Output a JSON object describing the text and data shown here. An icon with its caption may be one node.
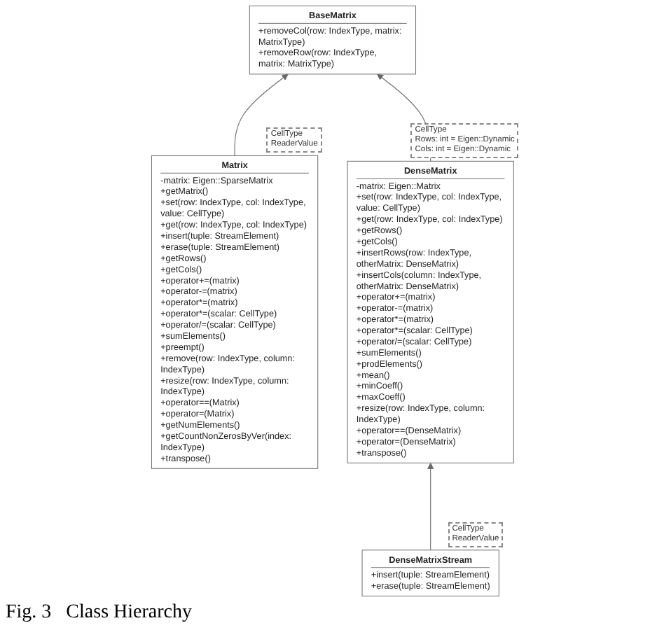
{
  "diagram": {
    "caption": "Fig. 3   Class Hierarchy",
    "nodes": [
      {
        "text": [
          "BaseMatrix",
          "+removeCol(row: IndexType, matrix: MatrixType)",
          "+removeRow(row: IndexType, matrix: MatrixType)"
        ]
      },
      {
        "text": [
          "Matrix",
          "-matrix: Eigen::SparseMatrix",
          "+getMatrix()",
          "+set(row: IndexType, col: IndexType, value: CellType)",
          "+get(row: IndexType, col: IndexType)",
          "+insert(tuple: StreamElement)",
          "+erase(tuple: StreamElement)",
          "+getRows()",
          "+getCols()",
          "+operator+=(matrix)",
          "+operator-=(matrix)",
          "+operator*=(matrix)",
          "+operator*=(scalar: CellType)",
          "+operator/=(scalar: CellType)",
          "+sumElements()",
          "+preempt()",
          "+remove(row: IndexType, column: IndexType)",
          "+resize(row: IndexType, column: IndexType)",
          "+operator==(Matrix)",
          "+operator=(Matrix)",
          "+getNumElements()",
          "+getCountNonZerosByVer(index: IndexType)",
          "+transpose()"
        ],
        "beside": [
          "CellType",
          "ReaderValue"
        ]
      },
      {
        "text": [
          "DenseMatrix",
          "-matrix: Eigen::Matrix",
          "+set(row: IndexType, col: IndexType, value: CellType)",
          "+get(row: IndexType, col: IndexType)",
          "+getRows()",
          "+getCols()",
          "+insertRows(row: IndexType, otherMatrix: DenseMatrix)",
          "+insertCols(column: IndexType, otherMatrix: DenseMatrix)",
          "+operator+=(matrix)",
          "+operator-=(matrix)",
          "+operator*=(matrix)",
          "+operator*=(scalar: CellType)",
          "+operator/=(scalar: CellType)",
          "+sumElements()",
          "+prodElements()",
          "+mean()",
          "+minCoeff()",
          "+maxCoeff()",
          "+resize(row: IndexType, column: IndexType)",
          "+operator==(DenseMatrix)",
          "+operator=(DenseMatrix)",
          "+transpose()"
        ],
        "beside": [
          "CellType",
          "Rows: int = Eigen::Dynamic",
          "Cols: int = Eigen::Dynamic"
        ]
      },
      {
        "text": [
          "DenseMatrixStream",
          "+insert(tuple: StreamElement)",
          "+erase(tuple: StreamElement)"
        ],
        "beside": [
          "CellType",
          "ReaderValue"
        ]
      }
    ],
    "edges": [
      {
        "from": 1,
        "to": 0,
        "arrow": "to"
      },
      {
        "from": 2,
        "to": 0,
        "arrow": "to"
      },
      {
        "from": 3,
        "to": 2,
        "arrow": "to"
      }
    ]
  }
}
